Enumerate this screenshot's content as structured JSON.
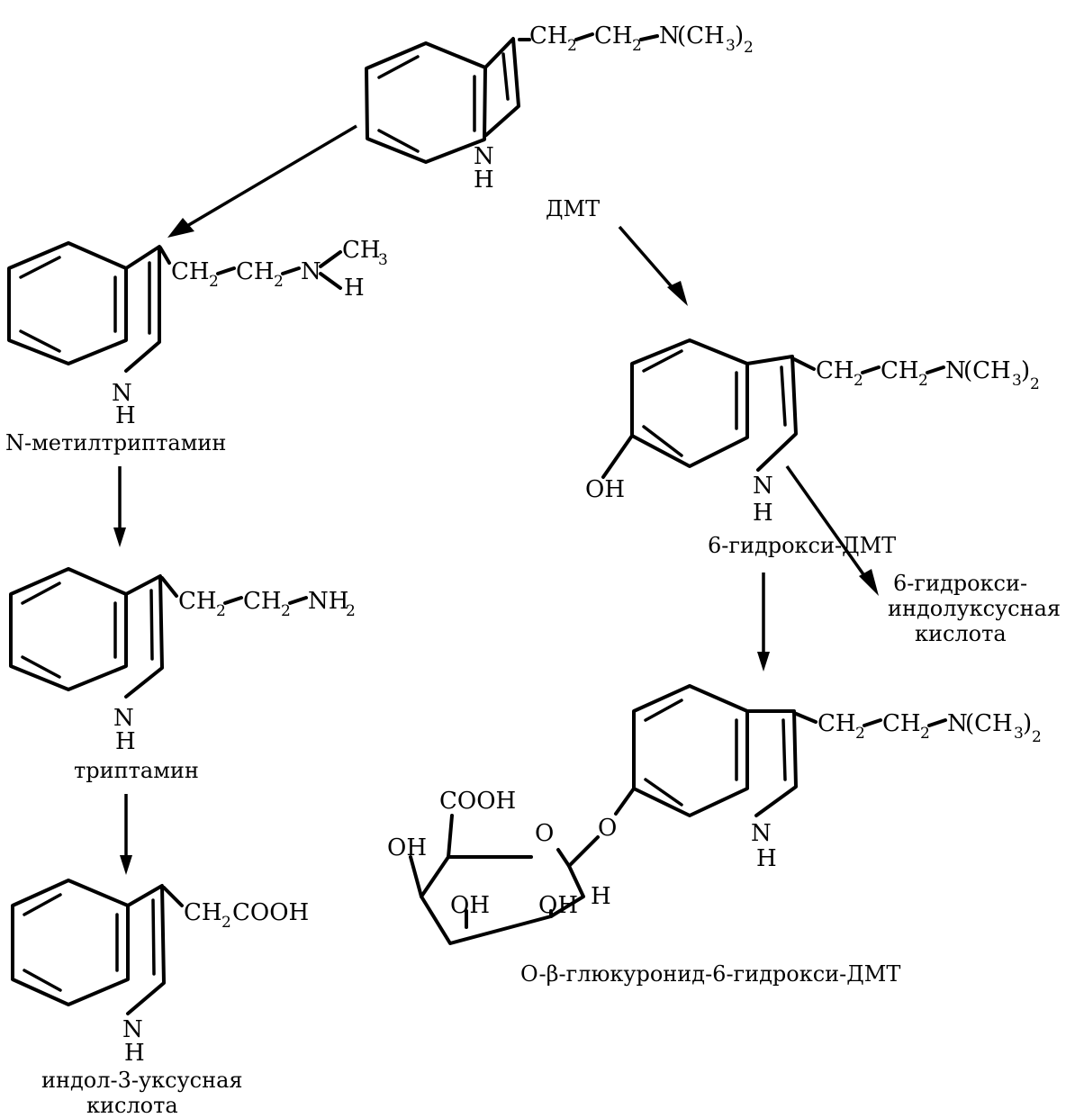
{
  "atoms": {
    "nh_n": "N",
    "nh_h": "H",
    "ch2": "CH",
    "sub2": "2",
    "n": "N",
    "nme2_open": "(CH",
    "sub3": "3",
    "close": ")",
    "ch3": "CH",
    "h": "H",
    "nh": "NH",
    "oh": "OH",
    "o": "O",
    "cooh": "COOH",
    "ch2cooh_tail": "COOH"
  },
  "labels": {
    "dmt": "ДМТ",
    "n_methyltryptamine": "N-метилтриптамин",
    "tryptamine": "триптамин",
    "iaa_line1": "индол-3-уксусная",
    "iaa_line2": "кислота",
    "hydroxy_dmt": "6-гидрокси-ДМТ",
    "hiaa_line1": "6-гидрокси-",
    "hiaa_line2": "индолуксусная",
    "hiaa_line3": "кислота",
    "glucuronide": "O-β-глюкуронид-6-гидрокси-ДМТ"
  }
}
